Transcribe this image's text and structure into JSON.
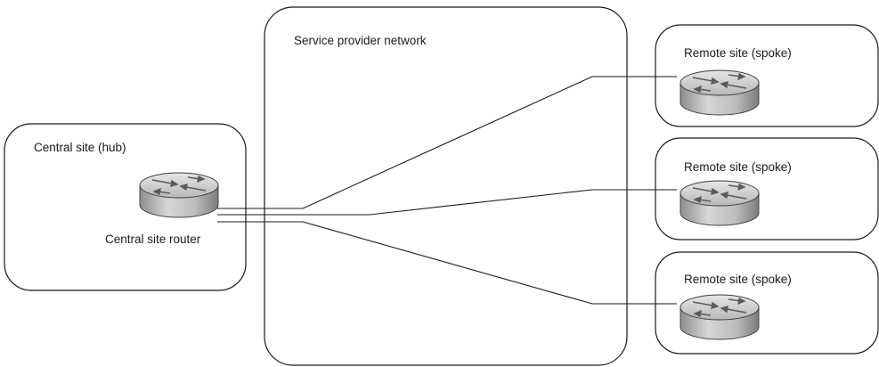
{
  "central_site": {
    "title": "Central site (hub)",
    "router_label": "Central site router",
    "icon": "router-icon"
  },
  "provider_network": {
    "title": "Service provider network"
  },
  "remote_sites": [
    {
      "title": "Remote site (spoke)",
      "icon": "router-icon"
    },
    {
      "title": "Remote site (spoke)",
      "icon": "router-icon"
    },
    {
      "title": "Remote site (spoke)",
      "icon": "router-icon"
    }
  ],
  "colors": {
    "router_body": "#b4b4b4",
    "router_top": "#d8d8d8",
    "line": "#1a1a1a"
  }
}
